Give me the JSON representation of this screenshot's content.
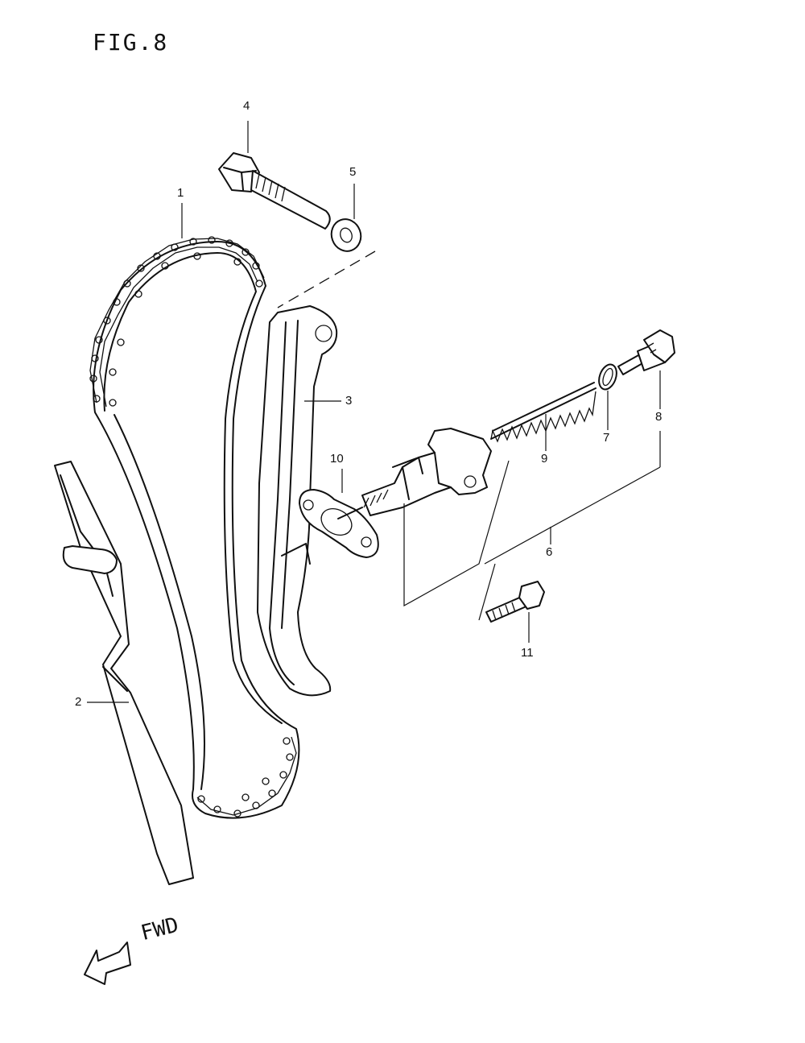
{
  "figure": {
    "title": "FIG.8",
    "direction_label": "FWD",
    "direction_icon": "arrow-left-down-icon"
  },
  "callouts": {
    "c1": "1",
    "c2": "2",
    "c3": "3",
    "c4": "4",
    "c5": "5",
    "c6": "6",
    "c7": "7",
    "c8": "8",
    "c9": "9",
    "c10": "10",
    "c11": "11"
  }
}
